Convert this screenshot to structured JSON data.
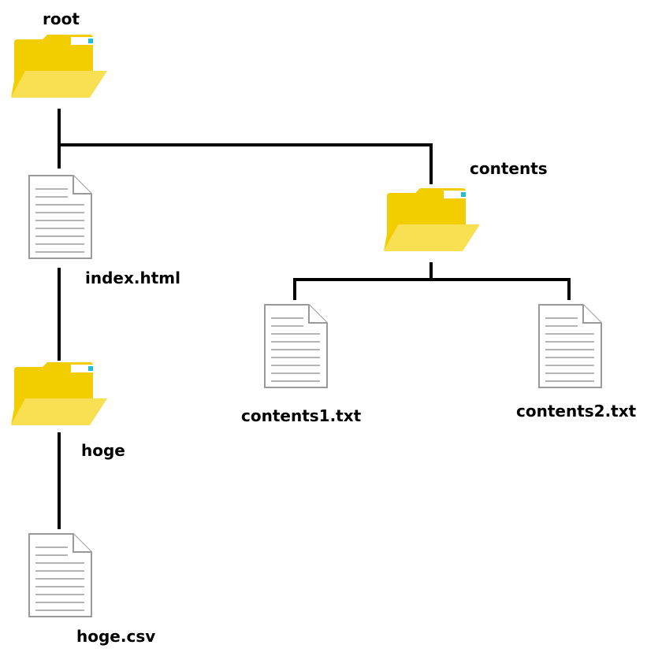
{
  "colors": {
    "folder_fill": "#F2CE00",
    "folder_front": "#F9DF52",
    "folder_tab_accent": "#22C0C8",
    "file_outline": "#9A9A9A",
    "file_lines": "#B4B4B4",
    "connector": "#000000"
  },
  "tree": {
    "root": {
      "label": "root",
      "icon": "folder-icon"
    },
    "index": {
      "label": "index.html",
      "icon": "file-icon"
    },
    "hoge": {
      "label": "hoge",
      "icon": "folder-icon"
    },
    "hoge_csv": {
      "label": "hoge.csv",
      "icon": "file-icon"
    },
    "contents": {
      "label": "contents",
      "icon": "folder-icon"
    },
    "contents1": {
      "label": "contents1.txt",
      "icon": "file-icon"
    },
    "contents2": {
      "label": "contents2.txt",
      "icon": "file-icon"
    }
  }
}
